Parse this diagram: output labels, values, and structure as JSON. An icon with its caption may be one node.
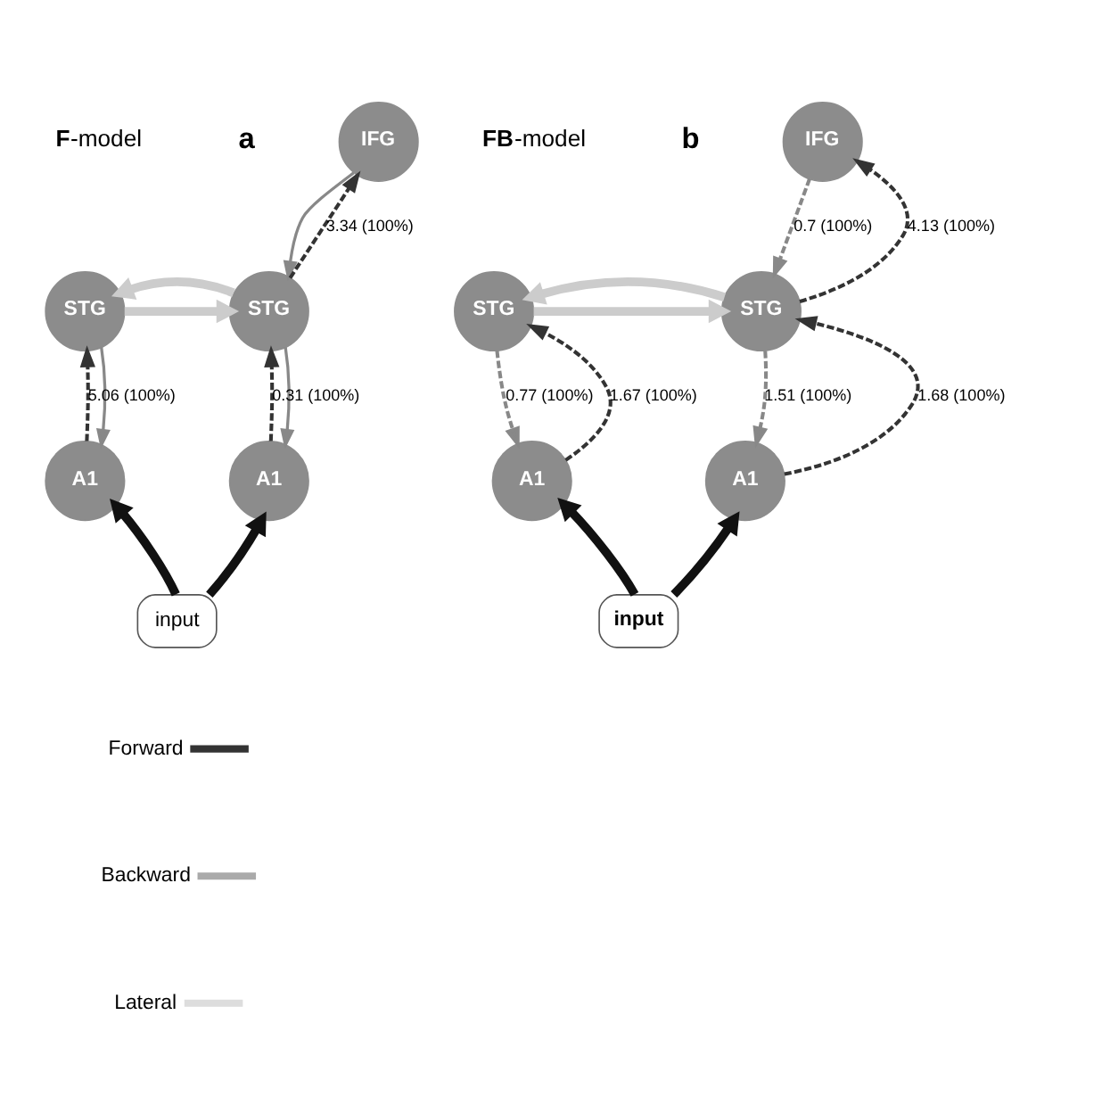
{
  "diagram": {
    "nodes": [
      {
        "text": [
          "IFG"
        ]
      },
      {
        "text": [
          "STG"
        ]
      },
      {
        "text": [
          "STG"
        ]
      },
      {
        "text": [
          "A1"
        ]
      },
      {
        "text": [
          "A1"
        ]
      },
      {
        "text": [
          "input"
        ]
      },
      {
        "text": [
          "IFG"
        ]
      },
      {
        "text": [
          "STG"
        ]
      },
      {
        "text": [
          "STG"
        ]
      },
      {
        "text": [
          "A1"
        ]
      },
      {
        "text": [
          "A1"
        ]
      },
      {
        "text": [
          "input"
        ]
      }
    ],
    "edges": [
      {
        "from": 1,
        "to": 2,
        "arrow": "to",
        "style": "thick",
        "color": "#cccccc"
      },
      {
        "from": 2,
        "to": 1,
        "arrow": "to",
        "style": "thick",
        "color": "#cccccc"
      },
      {
        "from": 2,
        "to": 0,
        "arrow": "to",
        "label": "3.34 (100%)",
        "style": "dashed",
        "color": "#333333"
      },
      {
        "from": 0,
        "to": 2,
        "arrow": "to",
        "color": "#888888"
      },
      {
        "from": 3,
        "to": 1,
        "arrow": "to",
        "label": "5.06 (100%)",
        "style": "dashed",
        "color": "#333333"
      },
      {
        "from": 1,
        "to": 3,
        "arrow": "to",
        "color": "#888888"
      },
      {
        "from": 4,
        "to": 2,
        "arrow": "to",
        "label": "0.31 (100%)",
        "style": "dashed",
        "color": "#333333"
      },
      {
        "from": 2,
        "to": 4,
        "arrow": "to",
        "color": "#888888"
      },
      {
        "from": 5,
        "to": 3,
        "arrow": "to",
        "style": "thick",
        "color": "#111111"
      },
      {
        "from": 5,
        "to": 4,
        "arrow": "to",
        "style": "thick",
        "color": "#111111"
      },
      {
        "from": 7,
        "to": 8,
        "arrow": "to",
        "style": "thick",
        "color": "#cccccc"
      },
      {
        "from": 8,
        "to": 7,
        "arrow": "to",
        "style": "thick",
        "color": "#cccccc"
      },
      {
        "from": 8,
        "to": 6,
        "arrow": "to",
        "label": "4.13 (100%)",
        "style": "dashed",
        "color": "#333333"
      },
      {
        "from": 6,
        "to": 8,
        "arrow": "to",
        "label": "0.7 (100%)",
        "style": "dashed",
        "color": "#888888"
      },
      {
        "from": 9,
        "to": 7,
        "arrow": "to",
        "label": "1.67 (100%)",
        "style": "dashed",
        "color": "#333333"
      },
      {
        "from": 7,
        "to": 9,
        "arrow": "to",
        "label": "0.77 (100%)",
        "style": "dashed",
        "color": "#888888"
      },
      {
        "from": 10,
        "to": 8,
        "arrow": "to",
        "label": "1.68 (100%)",
        "style": "dashed",
        "color": "#333333"
      },
      {
        "from": 8,
        "to": 10,
        "arrow": "to",
        "label": "1.51 (100%)",
        "style": "dashed",
        "color": "#888888"
      },
      {
        "from": 11,
        "to": 9,
        "arrow": "to",
        "style": "thick",
        "color": "#111111"
      },
      {
        "from": 11,
        "to": 10,
        "arrow": "to",
        "style": "thick",
        "color": "#111111"
      }
    ],
    "labels": [
      "a",
      "**F**-model",
      "b",
      "**FB**-model"
    ],
    "legend": [
      {
        "text": "Forward"
      },
      {
        "text": "Backward"
      },
      {
        "text": "Lateral"
      }
    ]
  }
}
